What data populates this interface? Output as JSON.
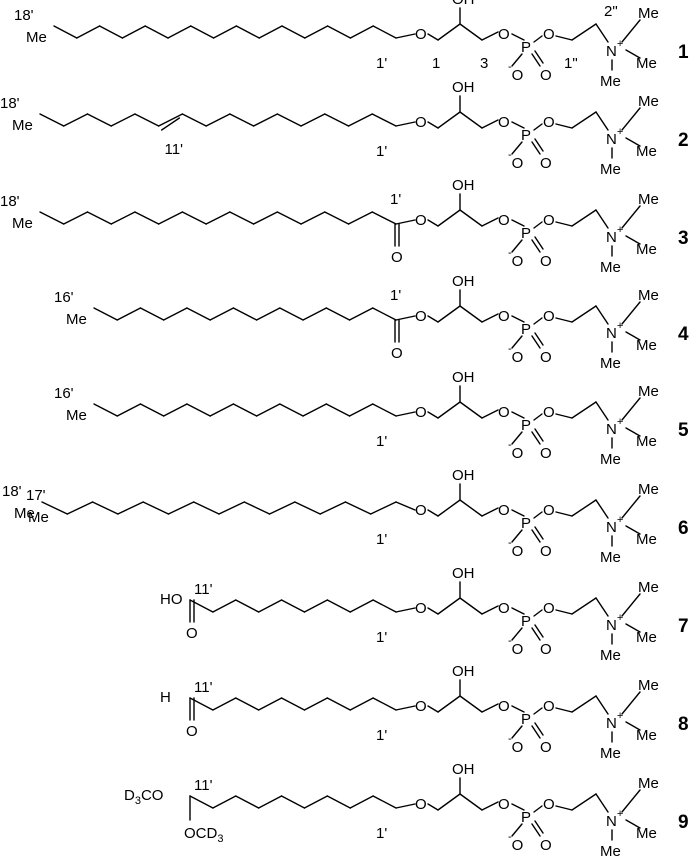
{
  "compounds": [
    {
      "number": "1",
      "terminal": "Me",
      "terminal_pos": "18'",
      "tail_segments": 15,
      "double_bond_after": null,
      "double_bond_label": "",
      "link": "ether",
      "c1_label": "1'",
      "glycerol_labels": [
        "1",
        "3"
      ],
      "choline_label_a": "1\"",
      "choline_label_b": "2\""
    },
    {
      "number": "2",
      "terminal": "Me",
      "terminal_pos": "18'",
      "tail_segments": 15,
      "double_bond_after": 5,
      "double_bond_label": "11'",
      "link": "ether",
      "c1_label": "1'"
    },
    {
      "number": "3",
      "terminal": "Me",
      "terminal_pos": "18'",
      "tail_segments": 15,
      "link": "ester",
      "carbonyl": "O",
      "c1_label": "1'"
    },
    {
      "number": "4",
      "terminal": "Me",
      "terminal_pos": "16'",
      "tail_segments": 13,
      "link": "ester",
      "carbonyl": "O",
      "c1_label": "1'"
    },
    {
      "number": "5",
      "terminal": "Me",
      "terminal_pos": "16'",
      "tail_segments": 13,
      "link": "ether",
      "c1_label": "1'"
    },
    {
      "number": "6",
      "terminal": "Me",
      "terminal_pos": "18'",
      "branch_label": "17'",
      "branch": "Me",
      "tail_segments": 14,
      "link": "ether",
      "c1_label": "1'"
    },
    {
      "number": "7",
      "head": "HO",
      "head_carbonyl": "O",
      "head_pos": "11'",
      "tail_segments": 9,
      "link": "ether",
      "c1_label": "1'"
    },
    {
      "number": "8",
      "head": "H",
      "head_carbonyl": "O",
      "head_pos": "11'",
      "tail_segments": 9,
      "link": "ether",
      "c1_label": "1'"
    },
    {
      "number": "9",
      "head_top": "D",
      "head_top_sub": "3",
      "head_top_rest": "CO",
      "head_bottom": "OCD",
      "head_bottom_sub": "3",
      "head_pos": "11'",
      "tail_segments": 9,
      "link": "ether",
      "c1_label": "1'"
    }
  ],
  "headgroup": {
    "hydroxyl": "OH",
    "ether_o": "O",
    "phosphate_o": "O",
    "phosphorus": "P",
    "anion_o": "O",
    "anion_charge": "-",
    "oxo": "O",
    "choline_o": "O",
    "nitrogen": "N",
    "cation_charge": "+",
    "methyl": "Me"
  }
}
